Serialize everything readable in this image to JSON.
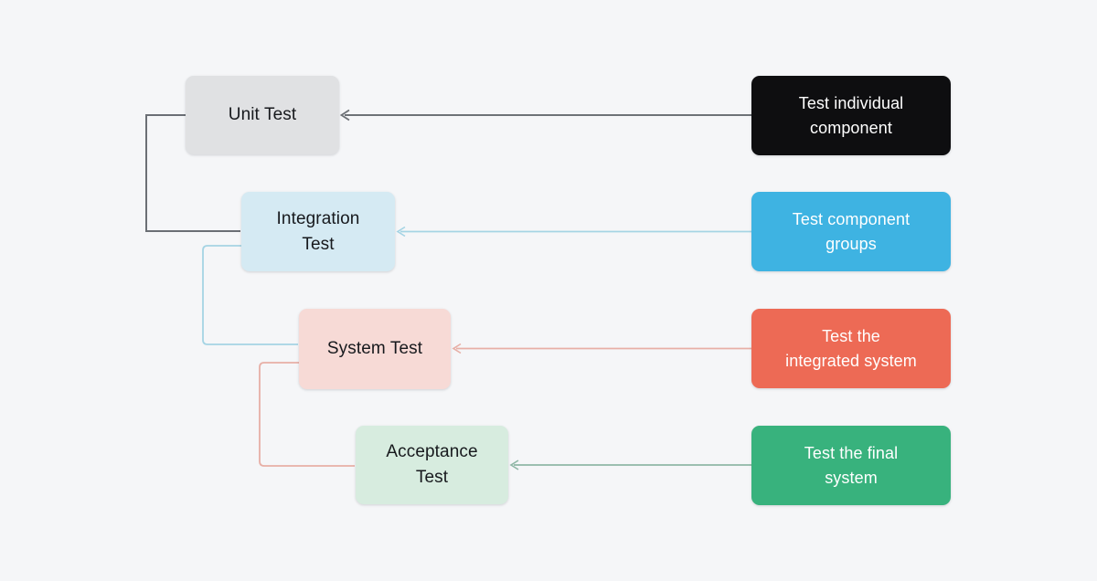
{
  "diagram": {
    "title_hint": "software testing levels flowchart",
    "background_color": "#f5f6f8",
    "stages": [
      {
        "id": "unit-test",
        "label": "Unit Test",
        "fill": "#e0e1e3",
        "text_color": "#17191d"
      },
      {
        "id": "integration-test",
        "label": "Integration\nTest",
        "fill": "#d5eaf3",
        "text_color": "#17191d"
      },
      {
        "id": "system-test",
        "label": "System Test",
        "fill": "#f7dad6",
        "text_color": "#17191d"
      },
      {
        "id": "acceptance-test",
        "label": "Acceptance\nTest",
        "fill": "#d7ecdf",
        "text_color": "#17191d"
      }
    ],
    "descriptions": [
      {
        "id": "unit-test-description",
        "label": "Test individual\ncomponent",
        "fill": "#0e0e10",
        "text_color": "#ffffff",
        "points_to": "unit-test"
      },
      {
        "id": "integration-test-description",
        "label": "Test component\ngroups",
        "fill": "#3eb3e2",
        "text_color": "#ffffff",
        "points_to": "integration-test"
      },
      {
        "id": "system-test-description",
        "label": "Test the\nintegrated system",
        "fill": "#ed6a55",
        "text_color": "#ffffff",
        "points_to": "system-test"
      },
      {
        "id": "acceptance-test-description",
        "label": "Test the final\nsystem",
        "fill": "#38b27d",
        "text_color": "#ffffff",
        "points_to": "acceptance-test"
      }
    ],
    "connectors": {
      "stage_chain_colors": {
        "unit_to_integration": "#6b6f75",
        "integration_to_system": "#a5d4e4",
        "system_to_acceptance": "#e7afa6"
      },
      "description_arrow_colors": {
        "unit": "#6e7277",
        "integration": "#a5d4e4",
        "system": "#e7afa6",
        "acceptance": "#8fb7a6"
      }
    }
  }
}
